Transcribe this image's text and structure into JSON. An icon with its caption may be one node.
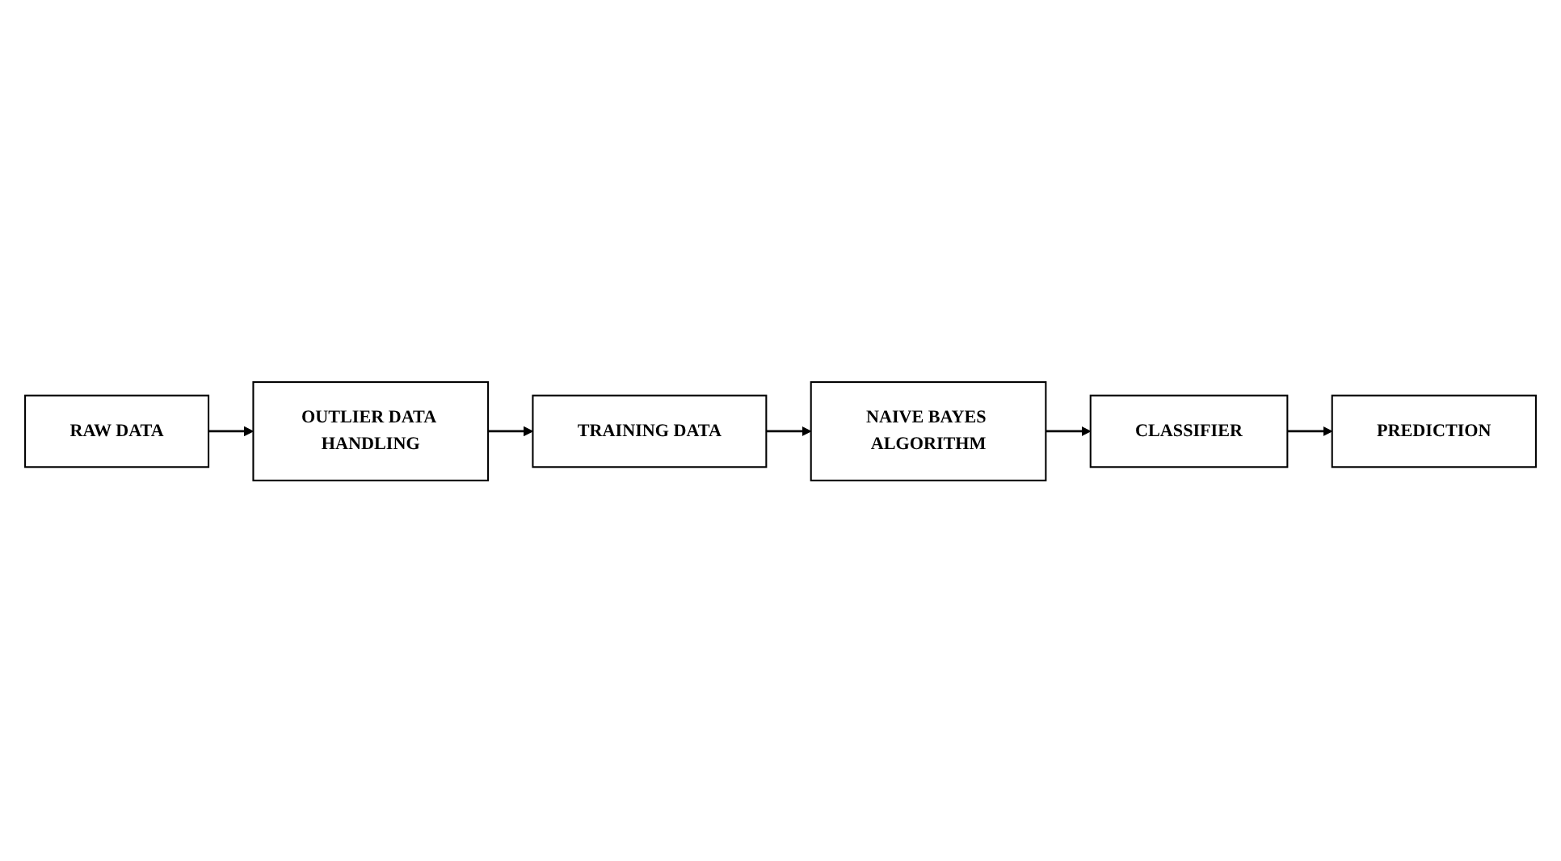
{
  "diagram": {
    "nodes": [
      {
        "text": [
          "RAW DATA"
        ]
      },
      {
        "text": [
          "OUTLIER DATA HANDLING"
        ]
      },
      {
        "text": [
          "TRAINING DATA"
        ]
      },
      {
        "text": [
          "NAIVE BAYES ALGORITHM"
        ]
      },
      {
        "text": [
          "CLASSIFIER"
        ]
      },
      {
        "text": [
          "PREDICTION"
        ]
      }
    ],
    "edges": [
      {
        "from": 0,
        "to": 1,
        "arrow": "to"
      },
      {
        "from": 1,
        "to": 2,
        "arrow": "to"
      },
      {
        "from": 2,
        "to": 3,
        "arrow": "to"
      },
      {
        "from": 3,
        "to": 4,
        "arrow": "to"
      },
      {
        "from": 4,
        "to": 5,
        "arrow": "to"
      }
    ]
  }
}
